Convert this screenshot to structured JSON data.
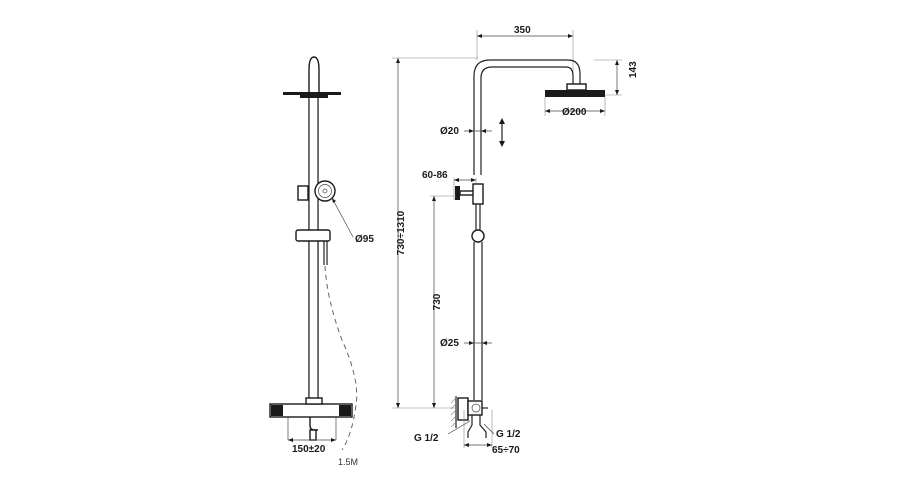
{
  "labels": {
    "head_width": "350",
    "head_height": "143",
    "head_diameter": "Ø200",
    "pipe_top_diameter": "Ø20",
    "bracket_range": "60-86",
    "total_height": "730÷1310",
    "lower_height": "730",
    "pipe_bottom_diameter": "Ø25",
    "inlet_left": "G 1/2",
    "inlet_right": "G 1/2",
    "inlet_spacing": "65÷70",
    "hand_shower_diameter": "Ø95",
    "mixer_spacing": "150±20",
    "hose_length": "1.5M"
  },
  "colors": {
    "line": "#222222",
    "background": "#ffffff"
  }
}
